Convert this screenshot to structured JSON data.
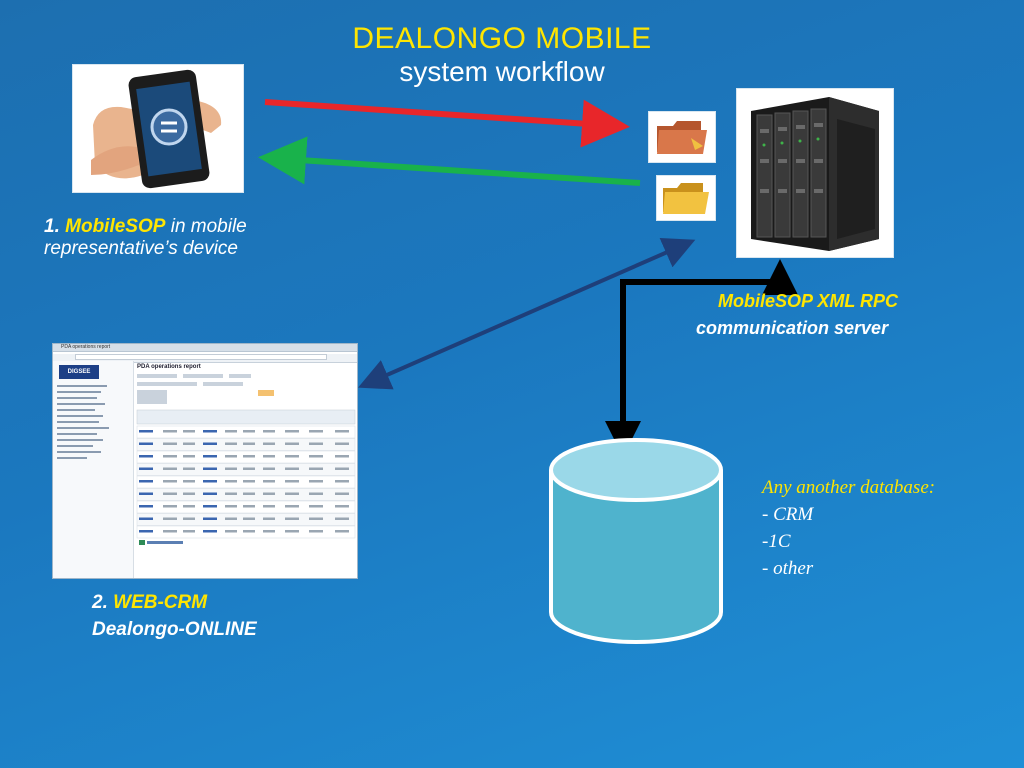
{
  "title": {
    "line1": "DEALONGO MOBILE",
    "line2": "system workflow"
  },
  "nodes": {
    "mobile": {
      "number": "1.",
      "name": "MobileSOP",
      "desc_line1": " in mobile",
      "desc_line2": "representative’s device"
    },
    "webcrm": {
      "number": "2.",
      "name": "WEB-CRM",
      "desc": "Dealongo-ONLINE"
    },
    "server": {
      "name": "MobileSOP XML RPC",
      "desc": "communication server"
    },
    "database": {
      "heading": "Any another database:",
      "items": [
        "- CRM",
        "-1C",
        "- other"
      ]
    }
  },
  "screenshot": {
    "tab_title": "PDA operations report",
    "report_title": "PDA operations report",
    "brand": "DIGSEE"
  },
  "colors": {
    "title_yellow": "#ffe500",
    "arrow_red": "#e8262a",
    "arrow_green": "#19b24b",
    "arrow_navy": "#1e3f7a",
    "connector_black": "#000000",
    "db_fill": "#4fb3cd",
    "db_top": "#9ad8e8"
  },
  "icons": [
    "phone-in-hand-icon",
    "folder-icon",
    "server-rack-icon",
    "database-cylinder-icon"
  ]
}
